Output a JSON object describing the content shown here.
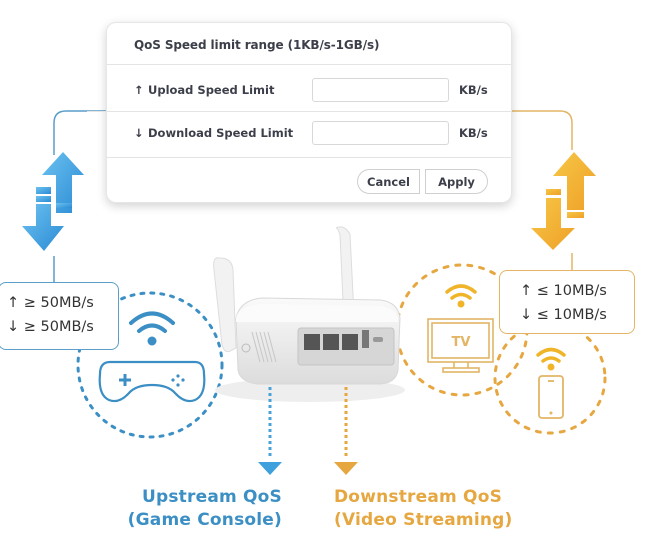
{
  "dialog": {
    "title": "QoS Speed limit range (1KB/s-1GB/s)",
    "upload": {
      "arrow": "↑",
      "label": "Upload Speed Limit",
      "value": "",
      "placeholder": "",
      "unit": "KB/s"
    },
    "download": {
      "arrow": "↓",
      "label": "Download Speed Limit",
      "value": "",
      "placeholder": "",
      "unit": "KB/s"
    },
    "cancel_label": "Cancel",
    "apply_label": "Apply"
  },
  "upstream": {
    "speed_up": "↑ ≥ 50MB/s",
    "speed_down": "↓ ≥ 50MB/s",
    "caption_line1": "Upstream QoS",
    "caption_line2": "(Game Console)",
    "color": "#3b8fc4",
    "device_icon": "game-controller-icon"
  },
  "downstream": {
    "speed_up": "↑ ≤ 10MB/s",
    "speed_down": "↓ ≤ 10MB/s",
    "caption_line1": "Downstream QoS",
    "caption_line2": "(Video Streaming)",
    "color": "#e6a740",
    "tv_label": "TV",
    "device_icons": [
      "tv-icon",
      "smartphone-icon"
    ]
  },
  "center_device": "travel-router"
}
